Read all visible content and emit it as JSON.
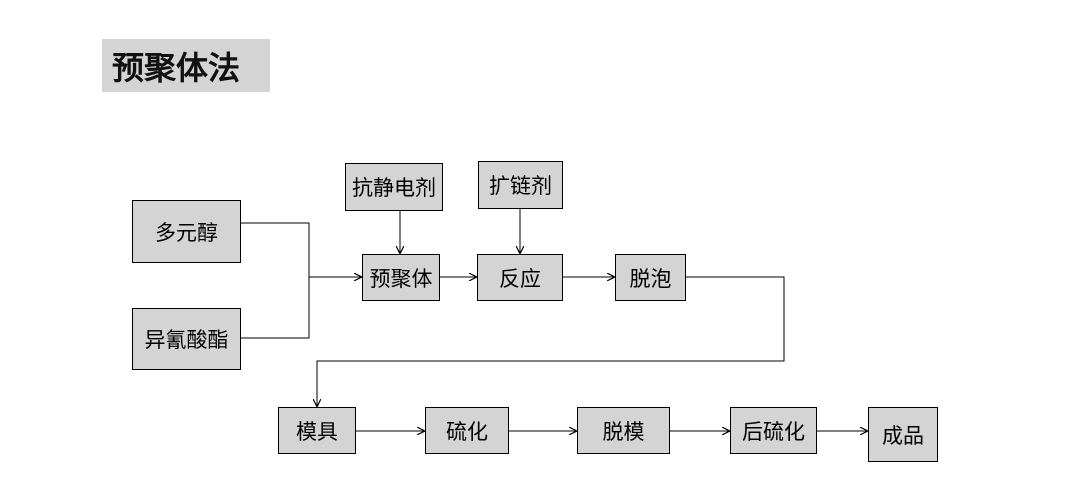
{
  "title": "预聚体法",
  "nodes": {
    "polyol": "多元醇",
    "isocyanate": "异氰酸酯",
    "antistatic": "抗静电剂",
    "prepolymer": "预聚体",
    "chain_extender": "扩链剂",
    "reaction": "反应",
    "degassing": "脱泡",
    "mold": "模具",
    "curing": "硫化",
    "demolding": "脱模",
    "post_curing": "后硫化",
    "product": "成品"
  },
  "colors": {
    "box_fill": "#d4d4d4",
    "line": "#000000"
  }
}
